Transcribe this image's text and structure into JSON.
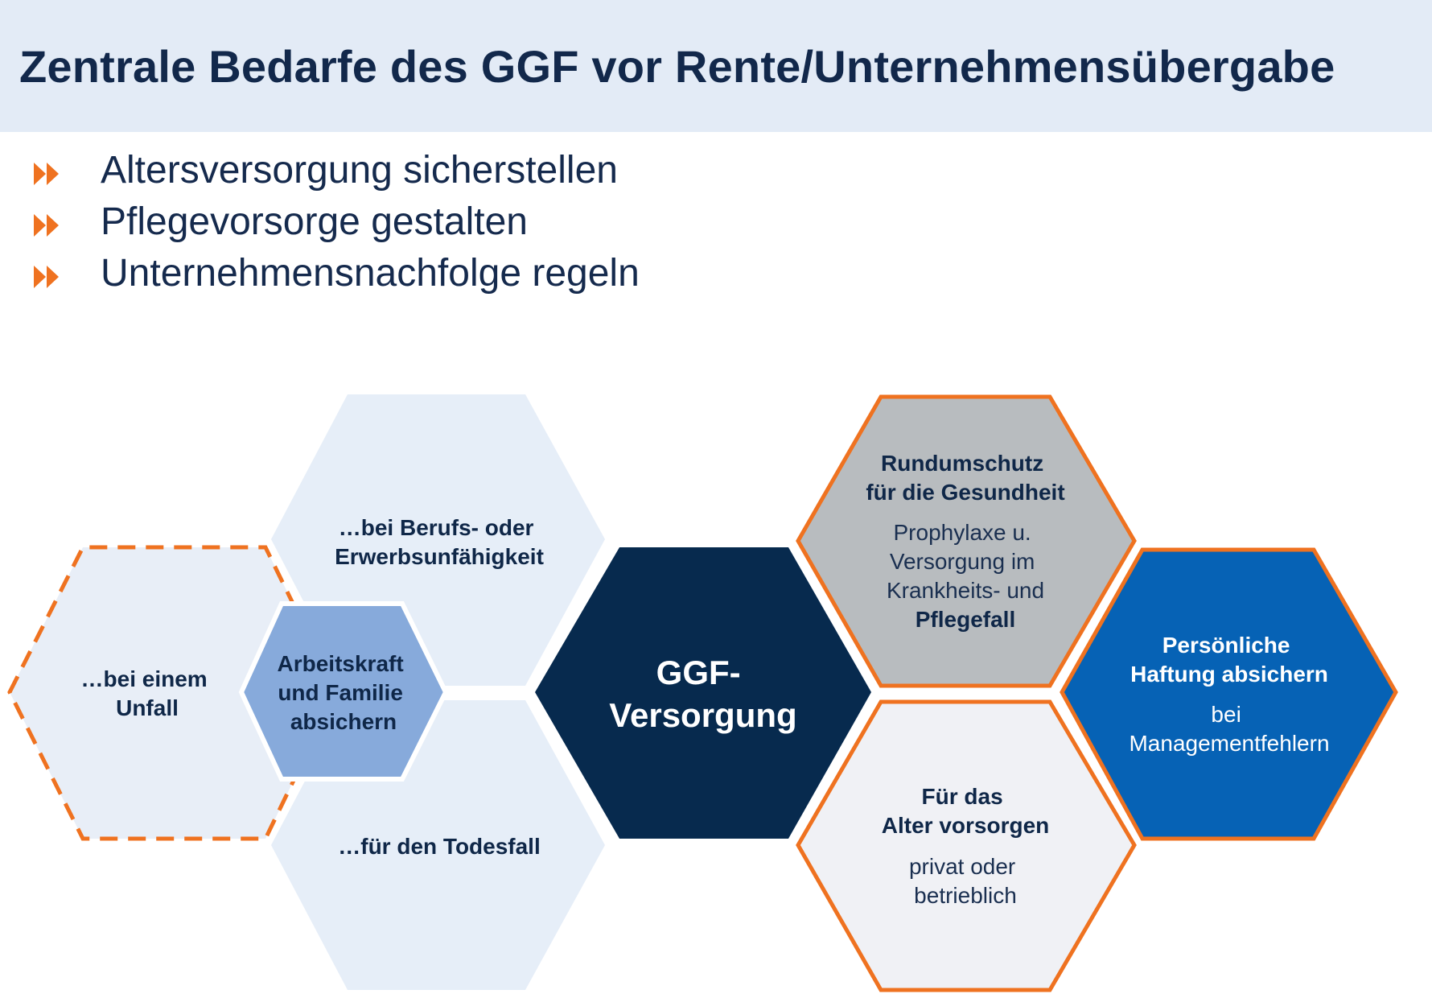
{
  "title": "Zentrale Bedarfe des GGF vor Rente/Unternehmensübergabe",
  "bullets": [
    "Altersversorgung sicherstellen",
    "Pflegevorsorge gestalten",
    "Unternehmensnachfolge regeln"
  ],
  "hexagons": {
    "berufsunfaehigkeit": {
      "lines": [
        "…bei Berufs- oder",
        "Erwerbsunfähigkeit"
      ]
    },
    "unfall": {
      "lines": [
        "…bei einem",
        "Unfall"
      ]
    },
    "arbeitskraft": {
      "lines": [
        "Arbeitskraft",
        "und Familie",
        "absichern"
      ]
    },
    "todesfall": {
      "lines": [
        "…für den Todesfall"
      ]
    },
    "ggf_versorgung": {
      "lines": [
        "GGF-",
        "Versorgung"
      ]
    },
    "gesundheit": {
      "title_lines": [
        "Rundumschutz",
        "für die Gesundheit"
      ],
      "body_lines": [
        "Prophylaxe u.",
        "Versorgung im",
        "Krankheits- und"
      ],
      "body_bold": "Pflegefall"
    },
    "haftung": {
      "title_lines": [
        "Persönliche",
        "Haftung absichern"
      ],
      "body_lines": [
        "bei",
        "Managementfehlern"
      ]
    },
    "alter": {
      "title_lines": [
        "Für das",
        "Alter vorsorgen"
      ],
      "body_lines": [
        "privat oder",
        "betrieblich"
      ]
    }
  },
  "colors": {
    "header_bg": "#e3ebf6",
    "title_text": "#12284b",
    "accent_orange": "#ef7220",
    "pale_blue_fill": "#e6eef8",
    "mid_blue_fill": "#87aadb",
    "navy_fill": "#072a4e",
    "grey_fill": "#b8bcbf",
    "royal_blue_fill": "#0662b5",
    "light_grey_fill": "#f0f1f5",
    "dark_text": "#0f2748"
  }
}
